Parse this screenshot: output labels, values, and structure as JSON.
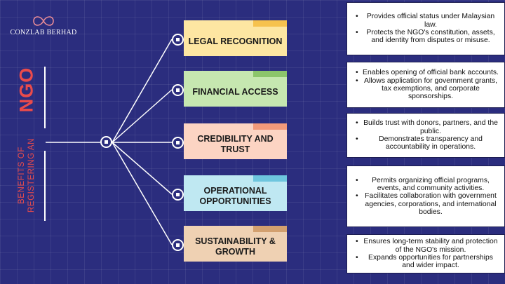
{
  "brand": {
    "name": "CONZLAB BERHAD",
    "logo_icon": "infinity-icon",
    "logo_color": "#e58a96"
  },
  "title": {
    "main": "NGO",
    "sub": [
      "BENEFITS OF",
      "REGISTERING AN"
    ]
  },
  "colors": {
    "background": "#2b2d7e",
    "accent": "#ea4b4b",
    "line": "#ffffff"
  },
  "benefits": [
    {
      "label": "LEGAL RECOGNITION",
      "color": "#fde6a2",
      "tab_color": "#f6c24e",
      "points": [
        "Provides official status under Malaysian law.",
        "Protects the NGO's constitution, assets, and identity from disputes or misuse."
      ]
    },
    {
      "label": "FINANCIAL ACCESS",
      "color": "#c6e7b0",
      "tab_color": "#8cc56b",
      "points": [
        "Enables opening of official bank accounts.",
        "Allows application for government grants, tax exemptions, and corporate sponsorships."
      ]
    },
    {
      "label": "CREDIBILITY AND TRUST",
      "color": "#fcd4c3",
      "tab_color": "#f39a7a",
      "points": [
        "Builds trust with donors, partners, and the public.",
        "Demonstrates transparency and accountability in operations."
      ]
    },
    {
      "label": "OPERATIONAL OPPORTUNITIES",
      "color": "#bfe8f2",
      "tab_color": "#6ec6de",
      "points": [
        "Permits organizing official programs, events, and community activities.",
        "Facilitates collaboration with government agencies, corporations, and international bodies."
      ]
    },
    {
      "label": "SUSTAINABILITY & GROWTH",
      "color": "#efd1b3",
      "tab_color": "#d3a06f",
      "points": [
        "Ensures long-term stability and protection of the NGO's mission.",
        "Expands opportunities for partnerships and wider impact."
      ]
    }
  ]
}
